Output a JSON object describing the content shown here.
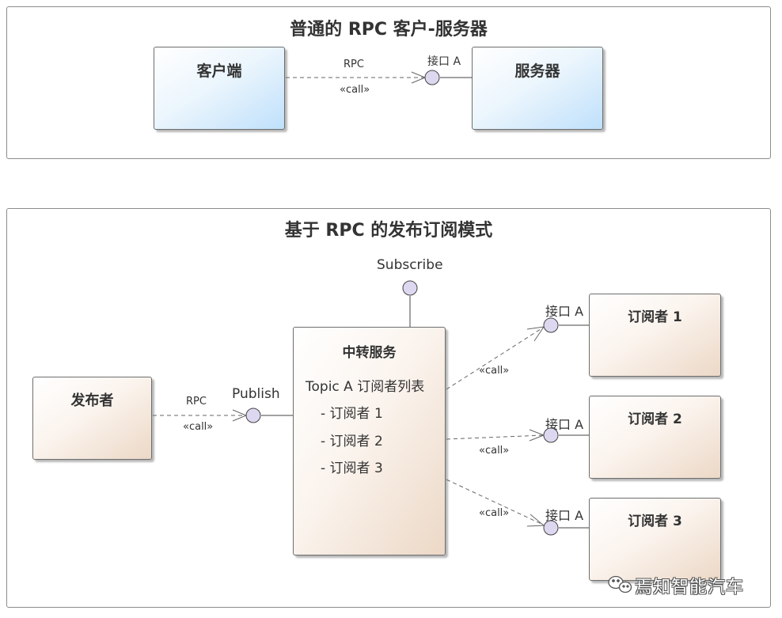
{
  "top_panel": {
    "title": "普通的 RPC 客户-服务器",
    "client_label": "客户端",
    "server_label": "服务器",
    "rpc_label": "RPC",
    "call_label": "«call»",
    "interface_label": "接口 A"
  },
  "bottom_panel": {
    "title": "基于 RPC 的发布订阅模式",
    "publisher_label": "发布者",
    "rpc_label": "RPC",
    "call_label": "«call»",
    "publish_port_label": "Publish",
    "subscribe_port_label": "Subscribe",
    "broker": {
      "title": "中转服务",
      "lines": [
        "Topic A 订阅者列表",
        "- 订阅者 1",
        "- 订阅者 2",
        "- 订阅者 3"
      ]
    },
    "subscribers": [
      {
        "label": "订阅者 1",
        "interface_label": "接口 A",
        "call_label": "«call»"
      },
      {
        "label": "订阅者 2",
        "interface_label": "接口 A",
        "call_label": "«call»"
      },
      {
        "label": "订阅者 3",
        "interface_label": "接口 A",
        "call_label": "«call»"
      }
    ]
  },
  "watermark": {
    "text": "焉知智能汽车",
    "icon": "wechat-icon"
  },
  "colors": {
    "blue_box": "#bfe0fb",
    "tan_box": "#ecd8c6",
    "interface_circle": "#ddd8f0",
    "border": "#6e6e6e"
  }
}
